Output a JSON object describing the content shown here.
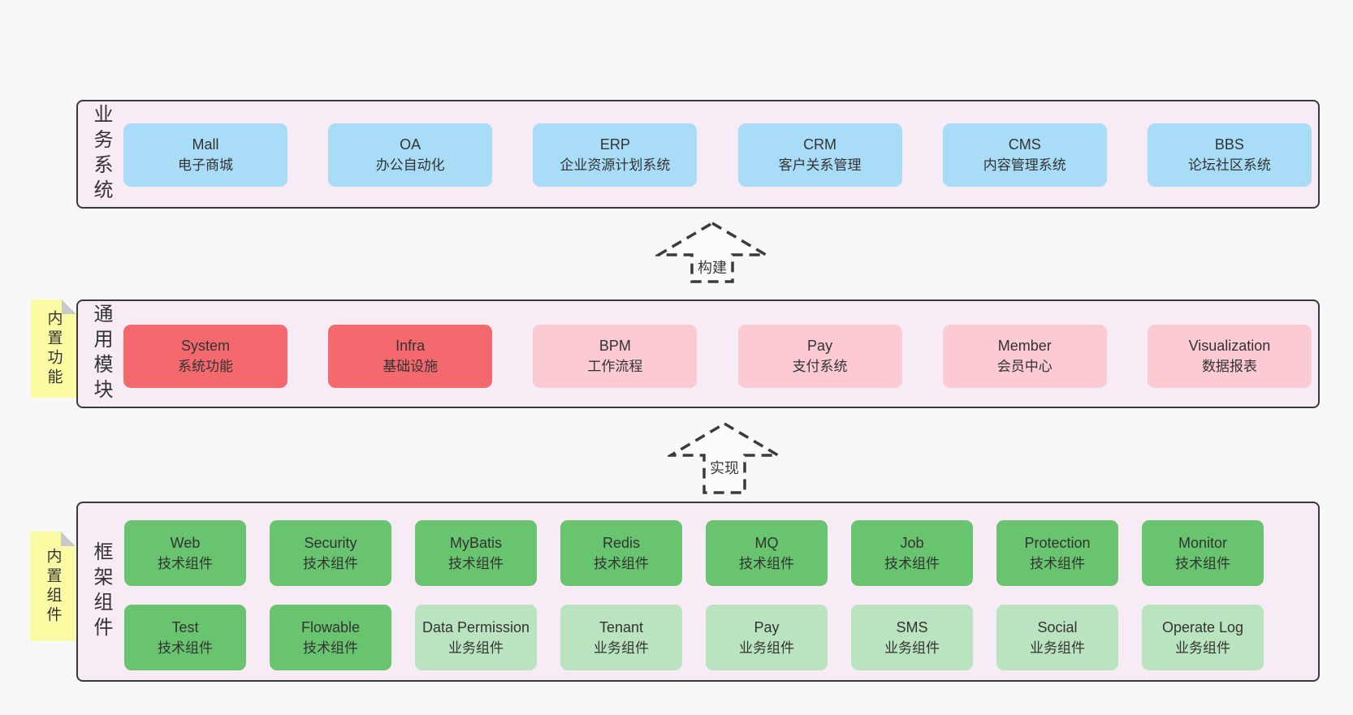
{
  "page": {
    "background": "#f8f8f8"
  },
  "colors": {
    "band_background": "#f7ecf5",
    "band_border": "#3a3a3a",
    "blue_box": "#a9dcf7",
    "red_box": "#f3696d",
    "pink_box": "#fbcad3",
    "green_box": "#68c46e",
    "light_green_box": "#bae4bf",
    "sticky_yellow": "#fbfba3",
    "sticky_fold_gray": "#c9c9c9",
    "text": "#333333"
  },
  "arrows": [
    {
      "label": "构建"
    },
    {
      "label": "实现"
    }
  ],
  "stickies": [
    {
      "label": "内置功能"
    },
    {
      "label": "内置组件"
    }
  ],
  "bands": [
    {
      "label": "业务系统",
      "items": [
        {
          "name": "Mall",
          "desc": "电子商城"
        },
        {
          "name": "OA",
          "desc": "办公自动化"
        },
        {
          "name": "ERP",
          "desc": "企业资源计划系统"
        },
        {
          "name": "CRM",
          "desc": "客户关系管理"
        },
        {
          "name": "CMS",
          "desc": "内容管理系统"
        },
        {
          "name": "BBS",
          "desc": "论坛社区系统"
        }
      ]
    },
    {
      "label": "通用模块",
      "items": [
        {
          "name": "System",
          "desc": "系统功能"
        },
        {
          "name": "Infra",
          "desc": "基础设施"
        },
        {
          "name": "BPM",
          "desc": "工作流程"
        },
        {
          "name": "Pay",
          "desc": "支付系统"
        },
        {
          "name": "Member",
          "desc": "会员中心"
        },
        {
          "name": "Visualization",
          "desc": "数据报表"
        }
      ]
    },
    {
      "label": "框架组件",
      "rows": [
        [
          {
            "name": "Web",
            "desc": "技术组件"
          },
          {
            "name": "Security",
            "desc": "技术组件"
          },
          {
            "name": "MyBatis",
            "desc": "技术组件"
          },
          {
            "name": "Redis",
            "desc": "技术组件"
          },
          {
            "name": "MQ",
            "desc": "技术组件"
          },
          {
            "name": "Job",
            "desc": "技术组件"
          },
          {
            "name": "Protection",
            "desc": "技术组件"
          },
          {
            "name": "Monitor",
            "desc": "技术组件"
          }
        ],
        [
          {
            "name": "Test",
            "desc": "技术组件"
          },
          {
            "name": "Flowable",
            "desc": "技术组件"
          },
          {
            "name": "Data Permission",
            "desc": "业务组件"
          },
          {
            "name": "Tenant",
            "desc": "业务组件"
          },
          {
            "name": "Pay",
            "desc": "业务组件"
          },
          {
            "name": "SMS",
            "desc": "业务组件"
          },
          {
            "name": "Social",
            "desc": "业务组件"
          },
          {
            "name": "Operate Log",
            "desc": "业务组件"
          }
        ]
      ]
    }
  ]
}
